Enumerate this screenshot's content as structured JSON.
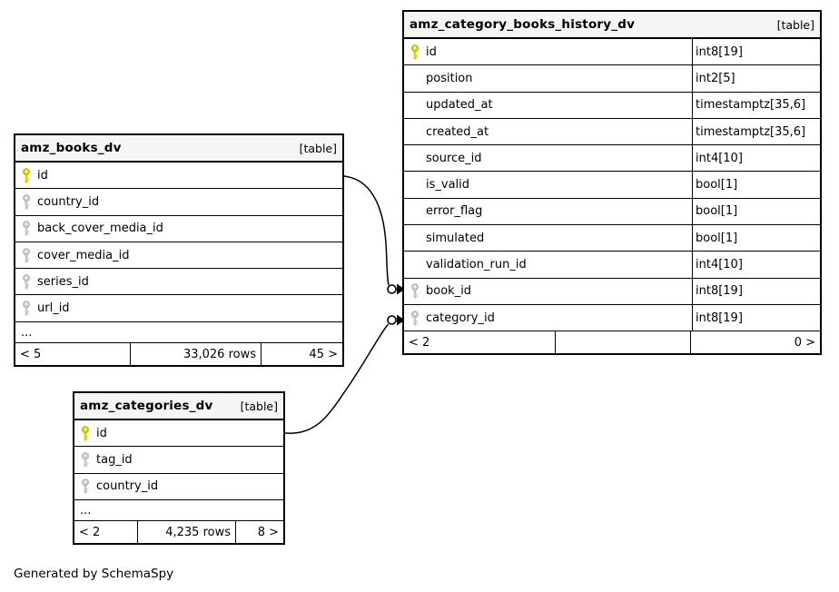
{
  "page": {
    "footer_note": "Generated by SchemaSpy"
  },
  "colors": {
    "pk_key": "#e3e300",
    "pk_key_stroke": "#a6a600",
    "fk_key": "#cfcfcf",
    "fk_key_stroke": "#ababab",
    "header_bg": "#f5f5f5",
    "line": "#000000"
  },
  "tables": [
    {
      "name": "amz_books_dv",
      "type_badge": "[table]",
      "columns": [
        {
          "name": "id",
          "key": "pk"
        },
        {
          "name": "country_id",
          "key": "fk"
        },
        {
          "name": "back_cover_media_id",
          "key": "fk"
        },
        {
          "name": "cover_media_id",
          "key": "fk"
        },
        {
          "name": "series_id",
          "key": "fk"
        },
        {
          "name": "url_id",
          "key": "fk"
        },
        {
          "name": "...",
          "ellipsis": true
        }
      ],
      "footer": {
        "left": "< 5",
        "center": "33,026 rows",
        "right": "45 >"
      }
    },
    {
      "name": "amz_category_books_history_dv",
      "type_badge": "[table]",
      "columns": [
        {
          "name": "id",
          "type": "int8[19]",
          "key": "pk"
        },
        {
          "name": "position",
          "type": "int2[5]"
        },
        {
          "name": "updated_at",
          "type": "timestamptz[35,6]"
        },
        {
          "name": "created_at",
          "type": "timestamptz[35,6]"
        },
        {
          "name": "source_id",
          "type": "int4[10]"
        },
        {
          "name": "is_valid",
          "type": "bool[1]"
        },
        {
          "name": "error_flag",
          "type": "bool[1]"
        },
        {
          "name": "simulated",
          "type": "bool[1]"
        },
        {
          "name": "validation_run_id",
          "type": "int4[10]"
        },
        {
          "name": "book_id",
          "type": "int8[19]",
          "key": "fk"
        },
        {
          "name": "category_id",
          "type": "int8[19]",
          "key": "fk"
        }
      ],
      "footer": {
        "left": "< 2",
        "center": "",
        "right": "0 >"
      }
    },
    {
      "name": "amz_categories_dv",
      "type_badge": "[table]",
      "columns": [
        {
          "name": "id",
          "key": "pk"
        },
        {
          "name": "tag_id",
          "key": "fk"
        },
        {
          "name": "country_id",
          "key": "fk"
        },
        {
          "name": "...",
          "ellipsis": true
        }
      ],
      "footer": {
        "left": "< 2",
        "center": "4,235 rows",
        "right": "8 >"
      }
    }
  ],
  "relationships": [
    {
      "from": "amz_books_dv.id",
      "to": "amz_category_books_history_dv.book_id"
    },
    {
      "from": "amz_categories_dv.id",
      "to": "amz_category_books_history_dv.category_id"
    }
  ]
}
